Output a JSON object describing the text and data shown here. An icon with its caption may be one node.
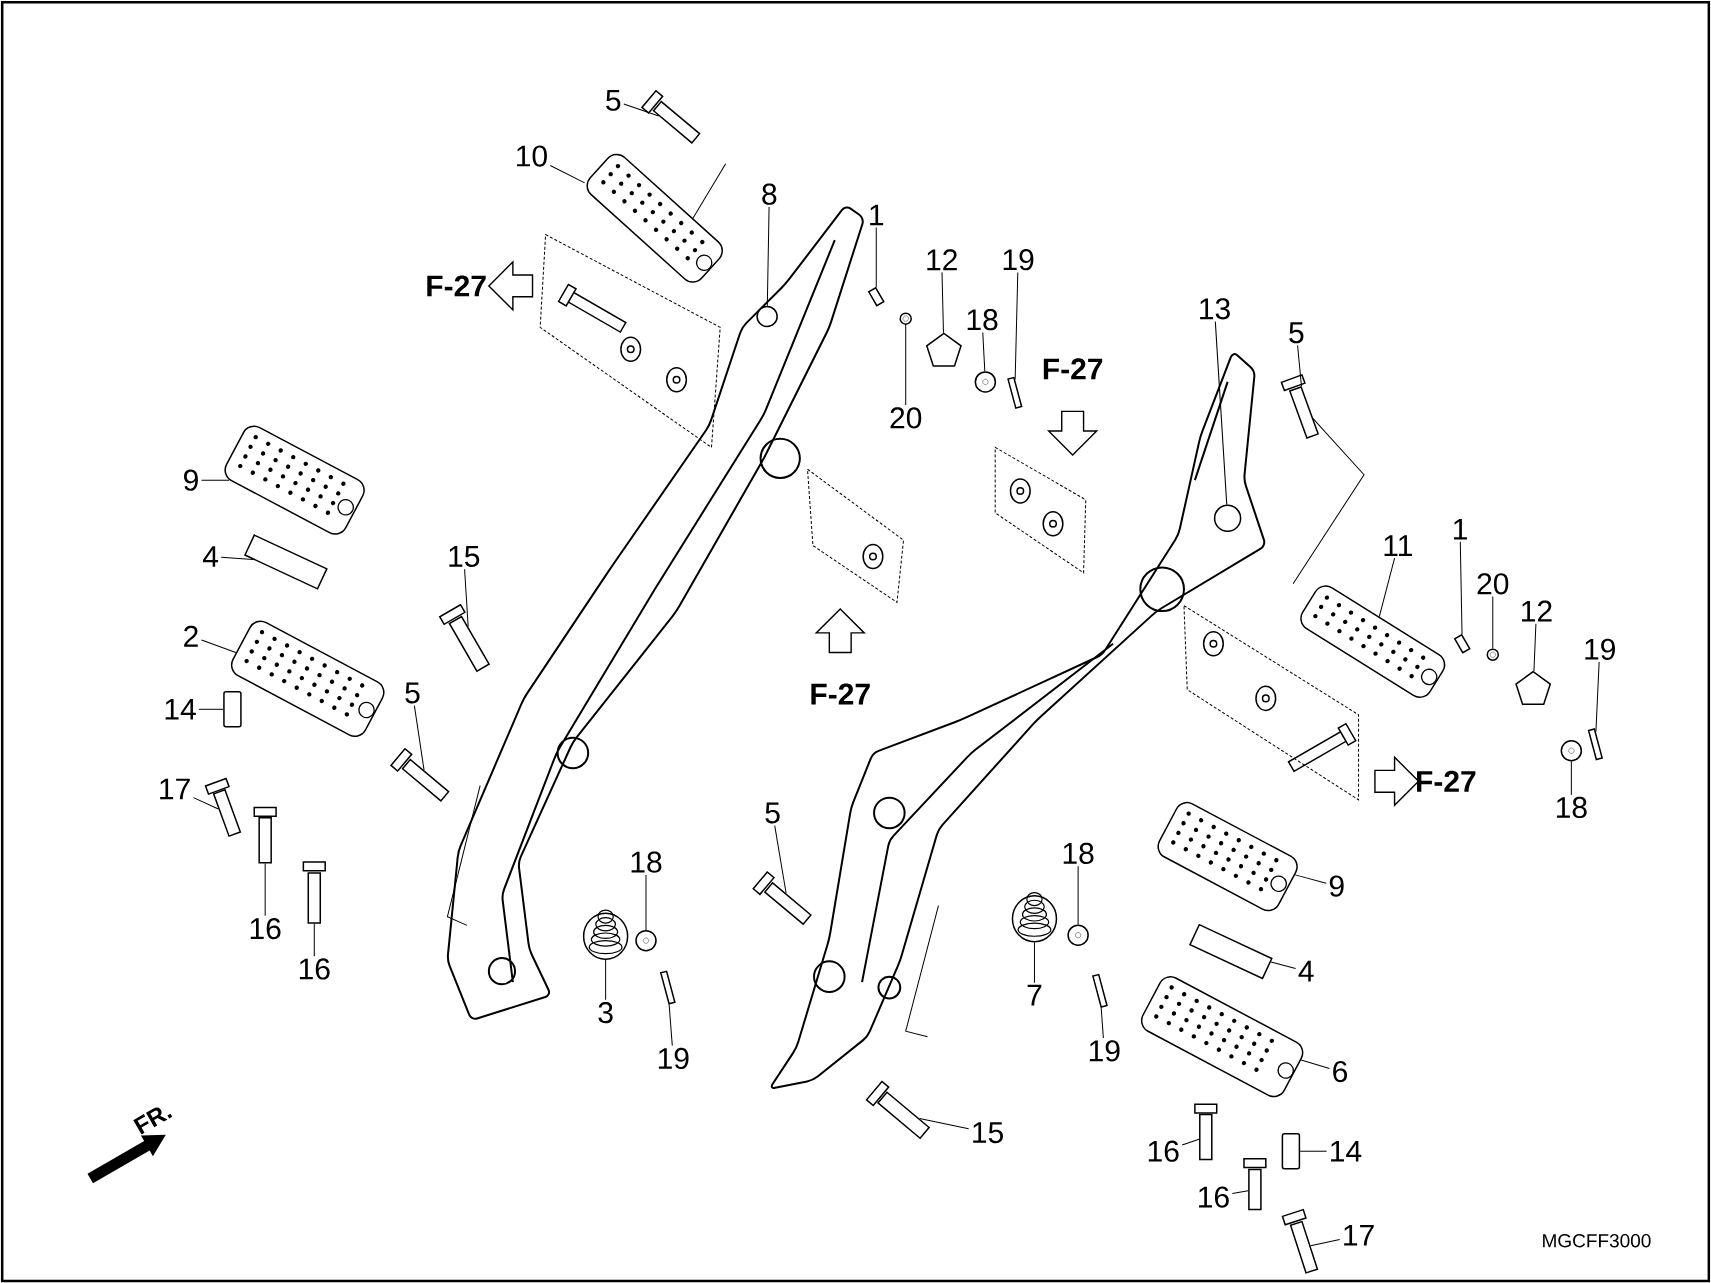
{
  "diagram": {
    "nodes": [
      {
        "text": [
          "5"
        ]
      },
      {
        "text": [
          "10"
        ]
      },
      {
        "text": [
          "8"
        ]
      },
      {
        "text": [
          "1"
        ]
      },
      {
        "text": [
          "12"
        ]
      },
      {
        "text": [
          "19"
        ]
      },
      {
        "text": [
          "18"
        ]
      },
      {
        "text": [
          "20"
        ]
      },
      {
        "text": [
          "13"
        ]
      },
      {
        "text": [
          "5"
        ]
      },
      {
        "text": [
          "9"
        ]
      },
      {
        "text": [
          "4"
        ]
      },
      {
        "text": [
          "15"
        ]
      },
      {
        "text": [
          "2"
        ]
      },
      {
        "text": [
          "1"
        ]
      },
      {
        "text": [
          "11"
        ]
      },
      {
        "text": [
          "20"
        ]
      },
      {
        "text": [
          "12"
        ]
      },
      {
        "text": [
          "19"
        ]
      },
      {
        "text": [
          "14"
        ]
      },
      {
        "text": [
          "5"
        ]
      },
      {
        "text": [
          "17"
        ]
      },
      {
        "text": [
          "18"
        ]
      },
      {
        "text": [
          "5"
        ]
      },
      {
        "text": [
          "18"
        ]
      },
      {
        "text": [
          "18"
        ]
      },
      {
        "text": [
          "9"
        ]
      },
      {
        "text": [
          "16"
        ]
      },
      {
        "text": [
          "16"
        ]
      },
      {
        "text": [
          "4"
        ]
      },
      {
        "text": [
          "3"
        ]
      },
      {
        "text": [
          "7"
        ]
      },
      {
        "text": [
          "19"
        ]
      },
      {
        "text": [
          "19"
        ]
      },
      {
        "text": [
          "6"
        ]
      },
      {
        "text": [
          "15"
        ]
      },
      {
        "text": [
          "16"
        ]
      },
      {
        "text": [
          "14"
        ]
      },
      {
        "text": [
          "16"
        ]
      },
      {
        "text": [
          "17"
        ]
      },
      {
        "text": [],
        "shape": "picture"
      },
      {
        "text": [],
        "shape": "picture"
      },
      {
        "text": [],
        "shape": "circle"
      },
      {
        "text": [],
        "shape": "picture"
      },
      {
        "text": [],
        "shape": "picture"
      },
      {
        "text": [],
        "shape": "picture"
      },
      {
        "text": [],
        "shape": "circle"
      },
      {
        "text": [],
        "shape": "circle"
      },
      {
        "text": [],
        "shape": "circle"
      },
      {
        "text": [],
        "shape": "picture"
      },
      {
        "text": [],
        "shape": "picture"
      },
      {
        "text": [],
        "shape": "picture"
      },
      {
        "text": [],
        "shape": "picture"
      },
      {
        "text": [],
        "shape": "picture"
      },
      {
        "text": [],
        "shape": "picture"
      },
      {
        "text": [],
        "shape": "picture"
      },
      {
        "text": [],
        "shape": "circle"
      },
      {
        "text": [],
        "shape": "picture"
      },
      {
        "text": [],
        "shape": "picture"
      },
      {
        "text": [],
        "shape": "box"
      },
      {
        "text": [],
        "shape": "picture"
      },
      {
        "text": [],
        "shape": "picture"
      },
      {
        "text": [],
        "shape": "circle"
      },
      {
        "text": [],
        "shape": "picture"
      },
      {
        "text": [],
        "shape": "circle"
      },
      {
        "text": [],
        "shape": "circle"
      },
      {
        "text": [],
        "shape": "picture"
      },
      {
        "text": [],
        "shape": "picture"
      },
      {
        "text": [],
        "shape": "picture"
      },
      {
        "text": [],
        "shape": "picture"
      },
      {
        "text": [],
        "shape": "picture"
      },
      {
        "text": [],
        "shape": "picture"
      },
      {
        "text": [],
        "shape": "picture"
      },
      {
        "text": [],
        "shape": "picture"
      },
      {
        "text": [],
        "shape": "picture"
      },
      {
        "text": [],
        "shape": "picture"
      },
      {
        "text": [],
        "shape": "picture"
      },
      {
        "text": [],
        "shape": "box"
      },
      {
        "text": [],
        "shape": "picture"
      },
      {
        "text": [],
        "shape": "picture"
      },
      {
        "text": [
          "F-27"
        ]
      },
      {
        "text": [
          "F-27"
        ]
      },
      {
        "text": [
          "F-27"
        ]
      },
      {
        "text": [
          "F-27"
        ]
      }
    ],
    "edges": [
      {
        "from": 0,
        "to": 40,
        "arrow": "none"
      },
      {
        "from": 1,
        "to": 41,
        "arrow": "none"
      },
      {
        "from": 2,
        "to": 42,
        "arrow": "none"
      },
      {
        "from": 3,
        "to": 43,
        "arrow": "none"
      },
      {
        "from": 4,
        "to": 44,
        "arrow": "none"
      },
      {
        "from": 5,
        "to": 45,
        "arrow": "none"
      },
      {
        "from": 6,
        "to": 46,
        "arrow": "none"
      },
      {
        "from": 7,
        "to": 47,
        "arrow": "none"
      },
      {
        "from": 8,
        "to": 48,
        "arrow": "none"
      },
      {
        "from": 9,
        "to": 49,
        "arrow": "none"
      },
      {
        "from": 10,
        "to": 50,
        "arrow": "none"
      },
      {
        "from": 11,
        "to": 51,
        "arrow": "none"
      },
      {
        "from": 12,
        "to": 52,
        "arrow": "none"
      },
      {
        "from": 13,
        "to": 53,
        "arrow": "none"
      },
      {
        "from": 14,
        "to": 54,
        "arrow": "none"
      },
      {
        "from": 15,
        "to": 55,
        "arrow": "none"
      },
      {
        "from": 16,
        "to": 56,
        "arrow": "none"
      },
      {
        "from": 17,
        "to": 57,
        "arrow": "none"
      },
      {
        "from": 18,
        "to": 58,
        "arrow": "none"
      },
      {
        "from": 19,
        "to": 59,
        "arrow": "none"
      },
      {
        "from": 20,
        "to": 60,
        "arrow": "none"
      },
      {
        "from": 21,
        "to": 61,
        "arrow": "none"
      },
      {
        "from": 22,
        "to": 62,
        "arrow": "none"
      },
      {
        "from": 23,
        "to": 63,
        "arrow": "none"
      },
      {
        "from": 24,
        "to": 64,
        "arrow": "none"
      },
      {
        "from": 25,
        "to": 65,
        "arrow": "none"
      },
      {
        "from": 26,
        "to": 66,
        "arrow": "none"
      },
      {
        "from": 27,
        "to": 67,
        "arrow": "none"
      },
      {
        "from": 28,
        "to": 68,
        "arrow": "none"
      },
      {
        "from": 29,
        "to": 69,
        "arrow": "none"
      },
      {
        "from": 30,
        "to": 70,
        "arrow": "none"
      },
      {
        "from": 31,
        "to": 71,
        "arrow": "none"
      },
      {
        "from": 32,
        "to": 72,
        "arrow": "none"
      },
      {
        "from": 33,
        "to": 73,
        "arrow": "none"
      },
      {
        "from": 34,
        "to": 74,
        "arrow": "none"
      },
      {
        "from": 35,
        "to": 75,
        "arrow": "none"
      },
      {
        "from": 36,
        "to": 76,
        "arrow": "none"
      },
      {
        "from": 37,
        "to": 77,
        "arrow": "none"
      },
      {
        "from": 38,
        "to": 78,
        "arrow": "none"
      },
      {
        "from": 39,
        "to": 79,
        "arrow": "none"
      }
    ],
    "labels": [
      "FR.",
      "MGCFF3000"
    ]
  }
}
